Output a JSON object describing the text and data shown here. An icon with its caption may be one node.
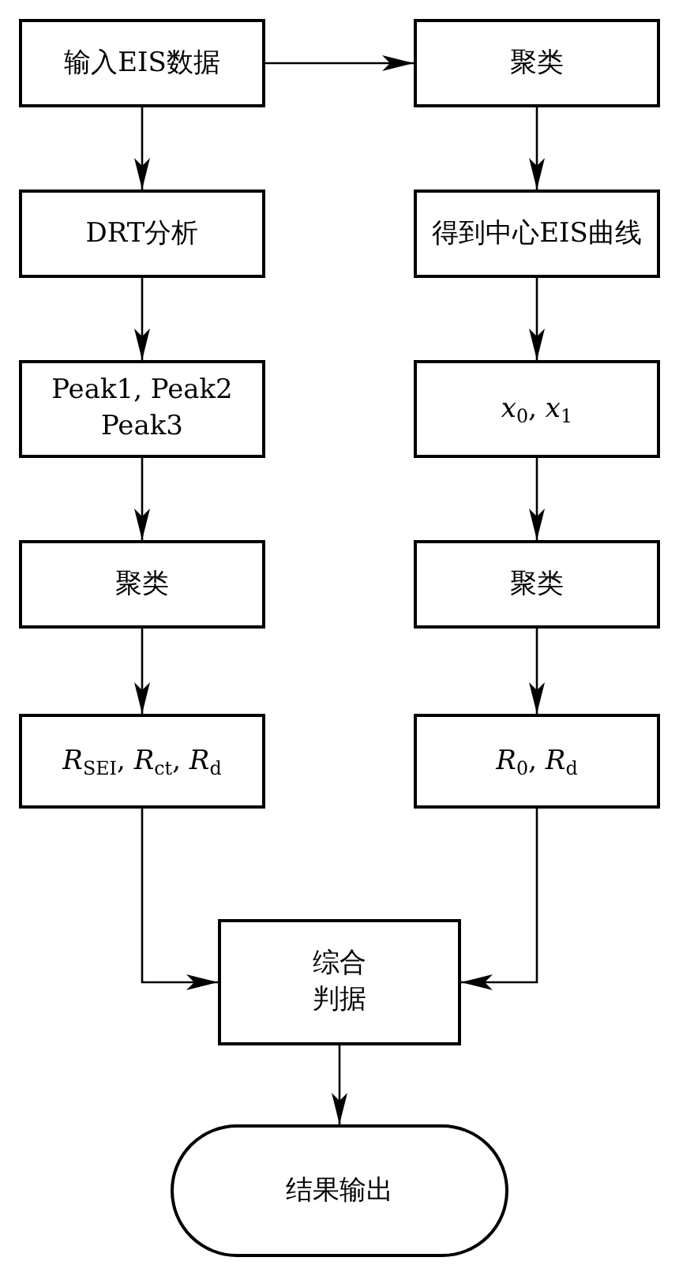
{
  "diagram": {
    "nodes": [
      {
        "text": [
          "输入EIS数据"
        ]
      },
      {
        "text": [
          "聚类"
        ]
      },
      {
        "text": [
          "DRT分析"
        ]
      },
      {
        "text": [
          "得到中心EIS曲线"
        ]
      },
      {
        "text": [
          "Peak1, Peak2 Peak3"
        ]
      },
      {
        "text": [
          "*x*$_{0}$, *x*$_{1}$"
        ]
      },
      {
        "text": [
          "聚类"
        ]
      },
      {
        "text": [
          "聚类"
        ]
      },
      {
        "text": [
          "*R*$_{SEI}$, *R*$_{ct}$, *R*$_{d}$"
        ]
      },
      {
        "text": [
          "*R*$_{0}$, *R*$_{d}$"
        ]
      },
      {
        "text": [
          "综合判据"
        ]
      },
      {
        "text": [
          "结果输出"
        ]
      }
    ],
    "edges": [
      {
        "from": 0,
        "to": 1,
        "arrow": "to"
      },
      {
        "from": 0,
        "to": 2,
        "arrow": "to"
      },
      {
        "from": 1,
        "to": 3,
        "arrow": "to"
      },
      {
        "from": 2,
        "to": 4,
        "arrow": "to"
      },
      {
        "from": 3,
        "to": 5,
        "arrow": "to"
      },
      {
        "from": 4,
        "to": 6,
        "arrow": "to"
      },
      {
        "from": 5,
        "to": 7,
        "arrow": "to"
      },
      {
        "from": 6,
        "to": 8,
        "arrow": "to"
      },
      {
        "from": 7,
        "to": 9,
        "arrow": "to"
      },
      {
        "from": 8,
        "to": 10,
        "arrow": "to"
      },
      {
        "from": 9,
        "to": 10,
        "arrow": "to"
      },
      {
        "from": 10,
        "to": 11,
        "arrow": "to"
      }
    ]
  }
}
